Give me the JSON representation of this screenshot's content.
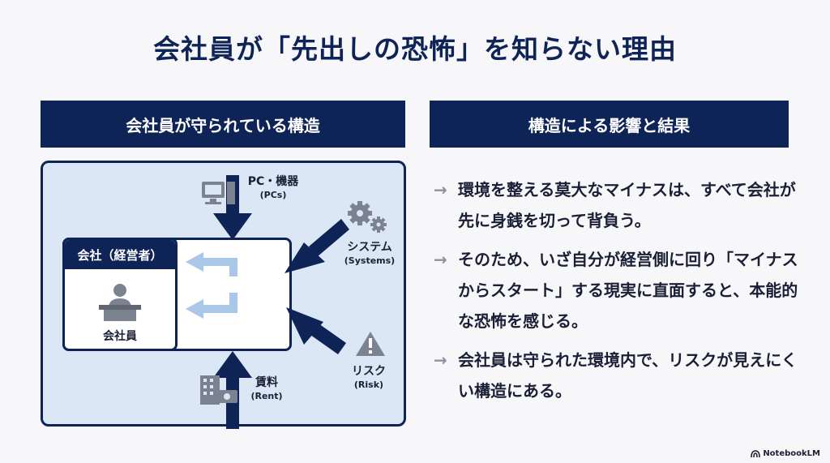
{
  "title": "会社員が「先出しの恐怖」を知らない理由",
  "left_panel": {
    "header": "会社員が守られている構造",
    "company_label": "会社（経営者）",
    "employee_label": "会社員",
    "inputs": {
      "pc": {
        "label": "PC・機器",
        "sub": "(PCs)"
      },
      "systems": {
        "label": "システム",
        "sub": "(Systems)"
      },
      "risk": {
        "label": "リスク",
        "sub": "(Risk)"
      },
      "rent": {
        "label": "賃料",
        "sub": "(Rent)"
      }
    }
  },
  "right_panel": {
    "header": "構造による影響と結果",
    "points": [
      "環境を整える莫大なマイナスは、すべて会社が先に身銭を切って背負う。",
      "そのため、いざ自分が経営側に回り「マイナスからスタート」する現実に直面すると、本能的な恐怖を感じる。",
      "会社員は守られた環境内で、リスクが見えにくい構造にある。"
    ]
  },
  "branding": "NotebookLM",
  "colors": {
    "navy": "#0f2456",
    "panel_bg": "#dbe7f4",
    "light_arrow": "#a9c8e8",
    "icon_gray": "#7b8391"
  }
}
